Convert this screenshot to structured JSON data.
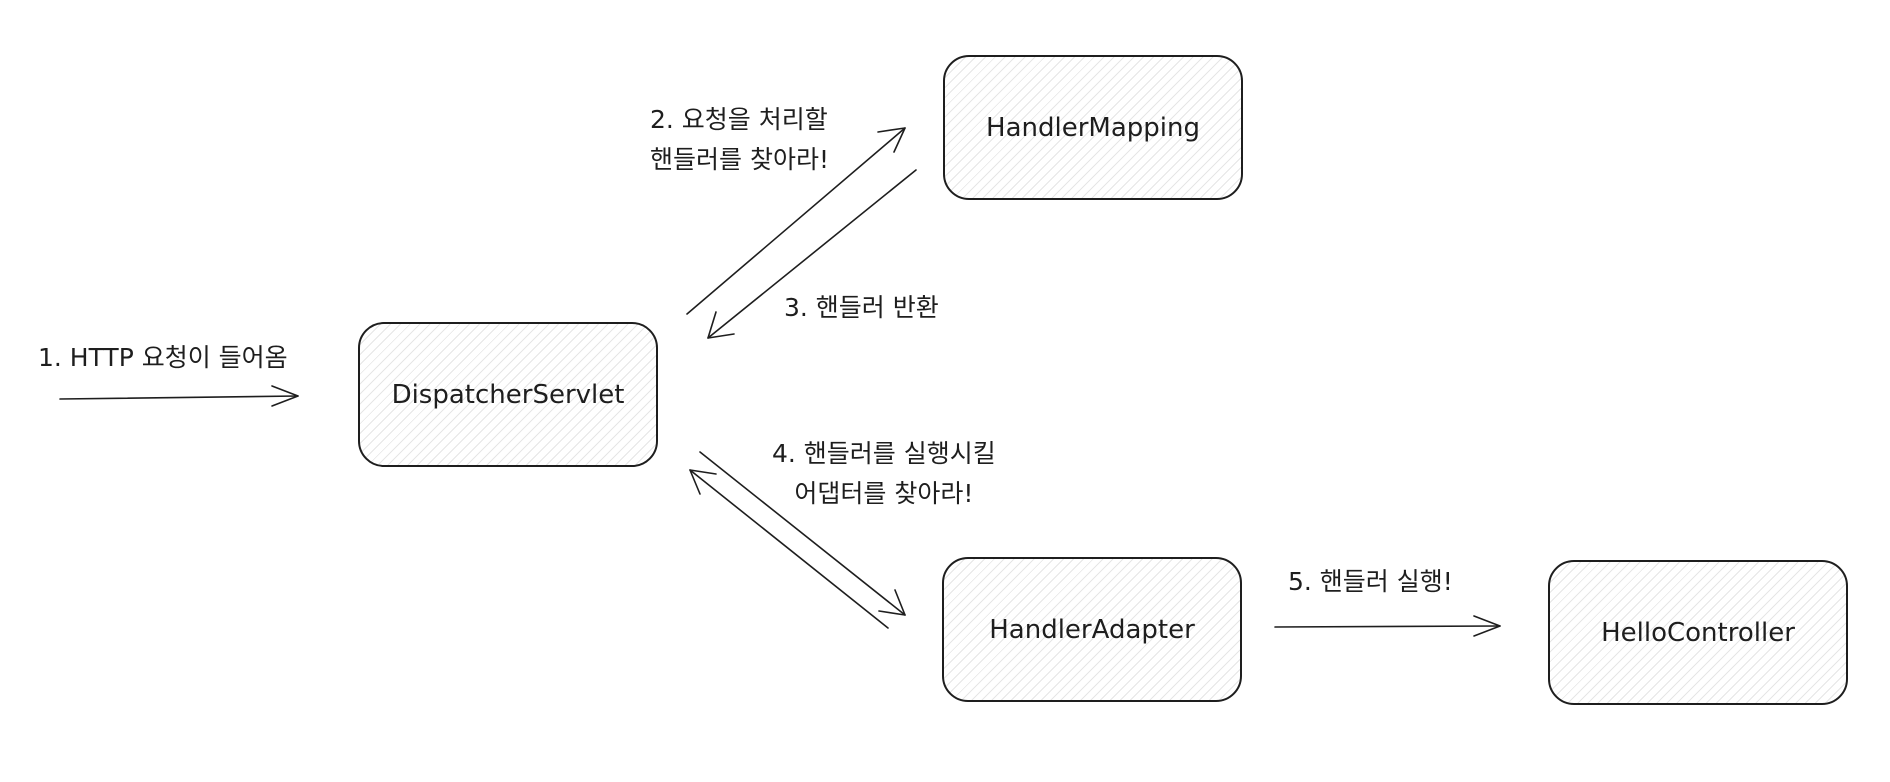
{
  "nodes": {
    "dispatcher": "DispatcherServlet",
    "mapping": "HandlerMapping",
    "adapter": "HandlerAdapter",
    "controller": "HelloController"
  },
  "labels": {
    "step1": "1. HTTP 요청이 들어옴",
    "step2_line1": "2. 요청을 처리할",
    "step2_line2": "핸들러를 찾아라!",
    "step3": "3. 핸들러 반환",
    "step4_line1": "4. 핸들러를 실행시킬",
    "step4_line2": "어댑터를 찾아라!",
    "step5": "5. 핸들러 실행!"
  }
}
